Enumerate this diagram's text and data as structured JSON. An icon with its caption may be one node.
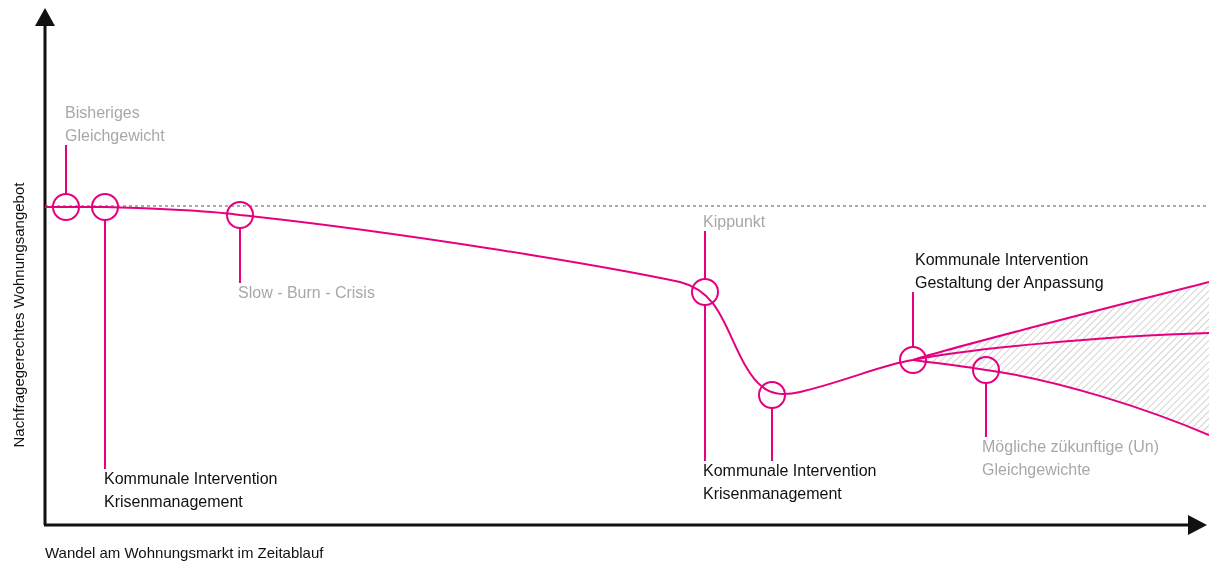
{
  "diagram": {
    "nodes": [
      {
        "text": [
          "Bisheriges Gleichgewicht"
        ]
      },
      {
        "text": [],
        "shape": "circle"
      },
      {
        "text": [],
        "shape": "circle"
      },
      {
        "text": [
          "Kommunale Intervention Krisenmanagement"
        ]
      },
      {
        "text": [],
        "shape": "circle"
      },
      {
        "text": [
          "Slow - Burn - Crisis"
        ]
      },
      {
        "text": [
          "Kippunkt"
        ]
      },
      {
        "text": [],
        "shape": "circle"
      },
      {
        "text": [
          "Kommunale Intervention Krisenmanagement"
        ]
      },
      {
        "text": [],
        "shape": "circle"
      },
      {
        "text": [
          "Kommunale Intervention Gestaltung der Anpassung"
        ]
      },
      {
        "text": [],
        "shape": "circle"
      },
      {
        "text": [],
        "shape": "circle"
      },
      {
        "text": [
          "Mögliche zükunftige (Un) Gleichgewichte"
        ]
      }
    ],
    "edges": [
      {
        "from": 0,
        "to": 1,
        "arrow": "none"
      },
      {
        "from": 3,
        "to": 2,
        "arrow": "none"
      },
      {
        "from": 5,
        "to": 4,
        "arrow": "none"
      },
      {
        "from": 6,
        "to": 7,
        "arrow": "none"
      },
      {
        "from": 8,
        "to": 7,
        "arrow": "none"
      },
      {
        "from": 8,
        "to": 9,
        "arrow": "none"
      },
      {
        "from": 10,
        "to": 11,
        "arrow": "none"
      },
      {
        "from": 13,
        "to": 12,
        "arrow": "none"
      }
    ],
    "labels": [
      "Nachfragegerechtes Wohnungsangebot",
      "Wandel am Wohnungsmarkt im Zeitablauf"
    ]
  }
}
